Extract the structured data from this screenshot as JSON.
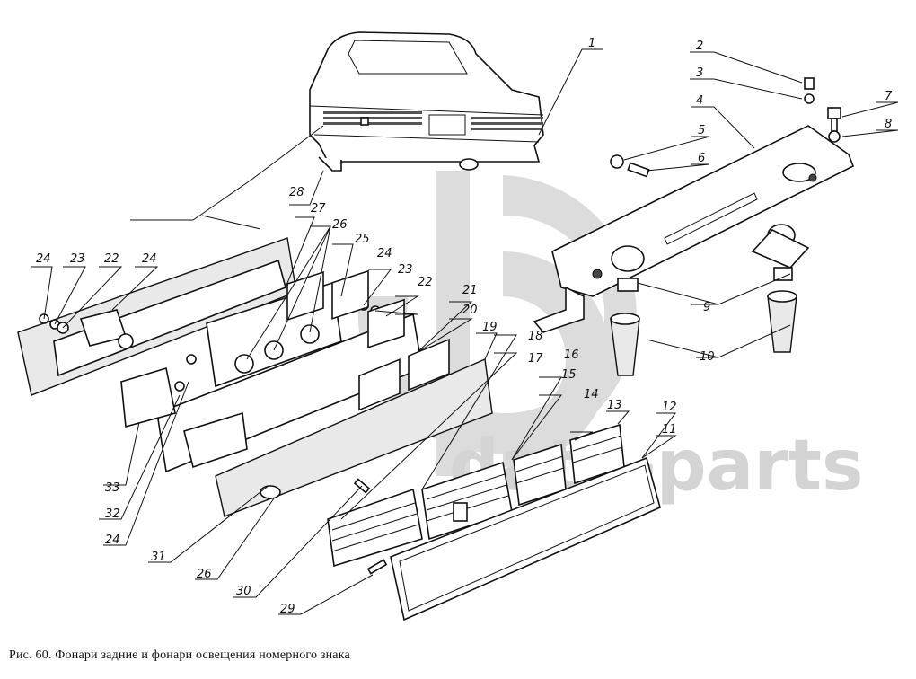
{
  "figure": {
    "caption": "Рис. 60. Фонари задние и фонари освещения номерного знака",
    "watermark": {
      "logo": "ГБ",
      "text": "data-parts",
      "color": "#d4d4d4"
    },
    "callouts": [
      {
        "id": "1",
        "label": "1"
      },
      {
        "id": "2",
        "label": "2"
      },
      {
        "id": "3",
        "label": "3"
      },
      {
        "id": "4",
        "label": "4"
      },
      {
        "id": "5",
        "label": "5"
      },
      {
        "id": "6",
        "label": "6"
      },
      {
        "id": "7",
        "label": "7"
      },
      {
        "id": "8",
        "label": "8"
      },
      {
        "id": "9",
        "label": "9"
      },
      {
        "id": "10",
        "label": "10"
      },
      {
        "id": "11",
        "label": "11"
      },
      {
        "id": "12",
        "label": "12"
      },
      {
        "id": "13",
        "label": "13"
      },
      {
        "id": "14",
        "label": "14"
      },
      {
        "id": "15",
        "label": "15"
      },
      {
        "id": "16",
        "label": "16"
      },
      {
        "id": "17",
        "label": "17"
      },
      {
        "id": "18",
        "label": "18"
      },
      {
        "id": "19",
        "label": "19"
      },
      {
        "id": "20",
        "label": "20"
      },
      {
        "id": "21",
        "label": "21"
      },
      {
        "id": "22a",
        "label": "22"
      },
      {
        "id": "23a",
        "label": "23"
      },
      {
        "id": "24a",
        "label": "24"
      },
      {
        "id": "24b",
        "label": "24"
      },
      {
        "id": "22b",
        "label": "22"
      },
      {
        "id": "23b",
        "label": "23"
      },
      {
        "id": "24c",
        "label": "24"
      },
      {
        "id": "25",
        "label": "25"
      },
      {
        "id": "26a",
        "label": "26"
      },
      {
        "id": "27",
        "label": "27"
      },
      {
        "id": "28",
        "label": "28"
      },
      {
        "id": "29",
        "label": "29"
      },
      {
        "id": "30",
        "label": "30"
      },
      {
        "id": "26b",
        "label": "26"
      },
      {
        "id": "31",
        "label": "31"
      },
      {
        "id": "24d",
        "label": "24"
      },
      {
        "id": "32",
        "label": "32"
      },
      {
        "id": "33",
        "label": "33"
      }
    ]
  }
}
